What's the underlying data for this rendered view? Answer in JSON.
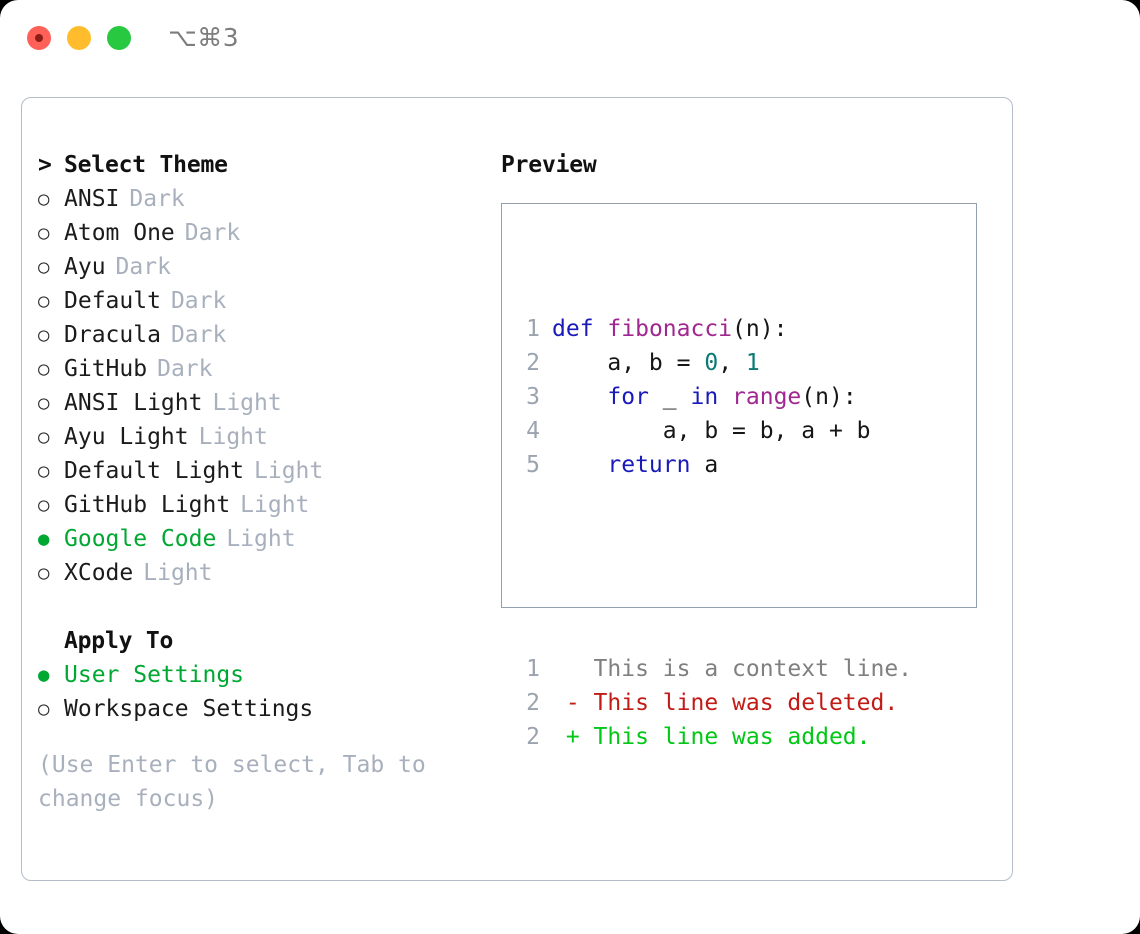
{
  "window": {
    "title": "⌥⌘3",
    "traffic_lights": [
      "close-dot",
      "minimize-dot",
      "maximize-dot"
    ]
  },
  "colors": {
    "selected_green": "#00a832",
    "muted_gray": "#a8b0bd",
    "keyword_blue": "#1a1ab8",
    "function_magenta": "#a0278f",
    "number_teal": "#0b7a75",
    "diff_deleted_red": "#c21b16",
    "diff_added_green": "#00c814",
    "panel_border": "#b4bdc9"
  },
  "theme_picker": {
    "prompt_marker": ">",
    "heading": "Select Theme",
    "marker_unselected": "○",
    "marker_selected": "●",
    "items": [
      {
        "name": "ANSI",
        "variant": "Dark",
        "selected": false
      },
      {
        "name": "Atom One",
        "variant": "Dark",
        "selected": false
      },
      {
        "name": "Ayu",
        "variant": "Dark",
        "selected": false
      },
      {
        "name": "Default",
        "variant": "Dark",
        "selected": false
      },
      {
        "name": "Dracula",
        "variant": "Dark",
        "selected": false
      },
      {
        "name": "GitHub",
        "variant": "Dark",
        "selected": false
      },
      {
        "name": "ANSI Light",
        "variant": "Light",
        "selected": false
      },
      {
        "name": "Ayu Light",
        "variant": "Light",
        "selected": false
      },
      {
        "name": "Default Light",
        "variant": "Light",
        "selected": false
      },
      {
        "name": "GitHub Light",
        "variant": "Light",
        "selected": false
      },
      {
        "name": "Google Code",
        "variant": "Light",
        "selected": true
      },
      {
        "name": "XCode",
        "variant": "Light",
        "selected": false
      }
    ]
  },
  "apply_to": {
    "heading": "Apply To",
    "items": [
      {
        "name": "User Settings",
        "selected": true
      },
      {
        "name": "Workspace Settings",
        "selected": false
      }
    ]
  },
  "hint": "(Use Enter to select, Tab to change focus)",
  "preview": {
    "title": "Preview",
    "code_lines": [
      {
        "number": "1",
        "tokens": [
          {
            "t": "def",
            "c": "k"
          },
          {
            "t": " ",
            "c": "pl"
          },
          {
            "t": "fibonacci",
            "c": "fn"
          },
          {
            "t": "(n):",
            "c": "pl"
          }
        ]
      },
      {
        "number": "2",
        "tokens": [
          {
            "t": "    a, b = ",
            "c": "pl"
          },
          {
            "t": "0",
            "c": "num"
          },
          {
            "t": ", ",
            "c": "pl"
          },
          {
            "t": "1",
            "c": "num"
          }
        ]
      },
      {
        "number": "3",
        "tokens": [
          {
            "t": "    ",
            "c": "pl"
          },
          {
            "t": "for",
            "c": "k"
          },
          {
            "t": " _ ",
            "c": "pl"
          },
          {
            "t": "in",
            "c": "k"
          },
          {
            "t": " ",
            "c": "pl"
          },
          {
            "t": "range",
            "c": "fn"
          },
          {
            "t": "(n):",
            "c": "pl"
          }
        ]
      },
      {
        "number": "4",
        "tokens": [
          {
            "t": "        a, b = b, a + b",
            "c": "pl"
          }
        ]
      },
      {
        "number": "5",
        "tokens": [
          {
            "t": "    ",
            "c": "pl"
          },
          {
            "t": "return",
            "c": "k"
          },
          {
            "t": " a",
            "c": "pl"
          }
        ]
      }
    ],
    "diff_lines": [
      {
        "number": "1",
        "sign": " ",
        "text": "This is a context line.",
        "kind": "ctx"
      },
      {
        "number": "2",
        "sign": "-",
        "text": "This line was deleted.",
        "kind": "del"
      },
      {
        "number": "2",
        "sign": "+",
        "text": "This line was added.",
        "kind": "add"
      }
    ]
  }
}
